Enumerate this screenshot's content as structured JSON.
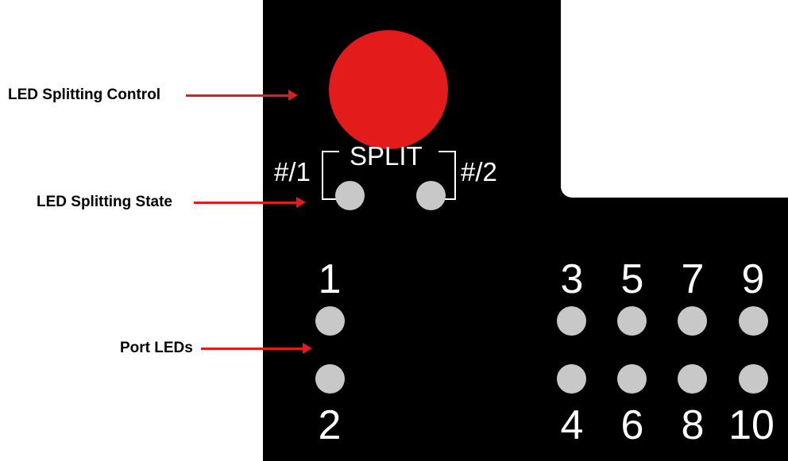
{
  "colors": {
    "board": "#000000",
    "button": "#e31b1b",
    "led_off": "#c8c8c8",
    "arrow": "#e31b1b"
  },
  "callouts": {
    "control": "LED Splitting Control",
    "state": "LED Splitting State",
    "ports": "Port LEDs"
  },
  "panel": {
    "split_label": "SPLIT",
    "mark_left": "#/1",
    "mark_right": "#/2"
  },
  "ports": [
    "1",
    "2",
    "3",
    "4",
    "5",
    "6",
    "7",
    "8",
    "9",
    "10"
  ]
}
